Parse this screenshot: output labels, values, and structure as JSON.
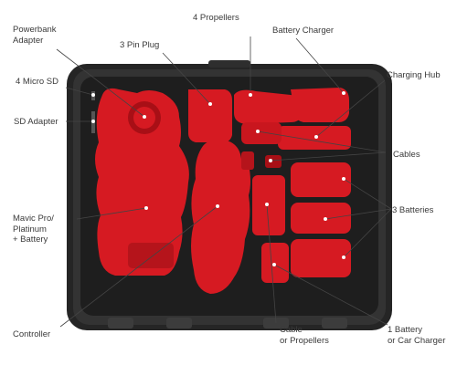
{
  "labels": {
    "powerbank_adapter": "Powerbank\nAdapter",
    "micro_sd": "4 Micro SD",
    "sd_adapter": "SD Adapter",
    "mavic": "Mavic Pro/\nPlatinum\n+ Battery",
    "controller": "Controller",
    "pin_plug": "3 Pin Plug",
    "propellers": "4 Propellers",
    "battery_charger": "Battery Charger",
    "charging_hub": "Charging Hub",
    "cables": "Cables",
    "batteries": "3 Batteries",
    "cable_or_propellers": "Cable\nor Propellers",
    "one_battery": "1 Battery\nor Car Charger"
  },
  "colors": {
    "foam": "#d61a22",
    "foam_dark": "#a80f16",
    "case": "#2a2a2a",
    "rim": "#3a3a3a"
  }
}
